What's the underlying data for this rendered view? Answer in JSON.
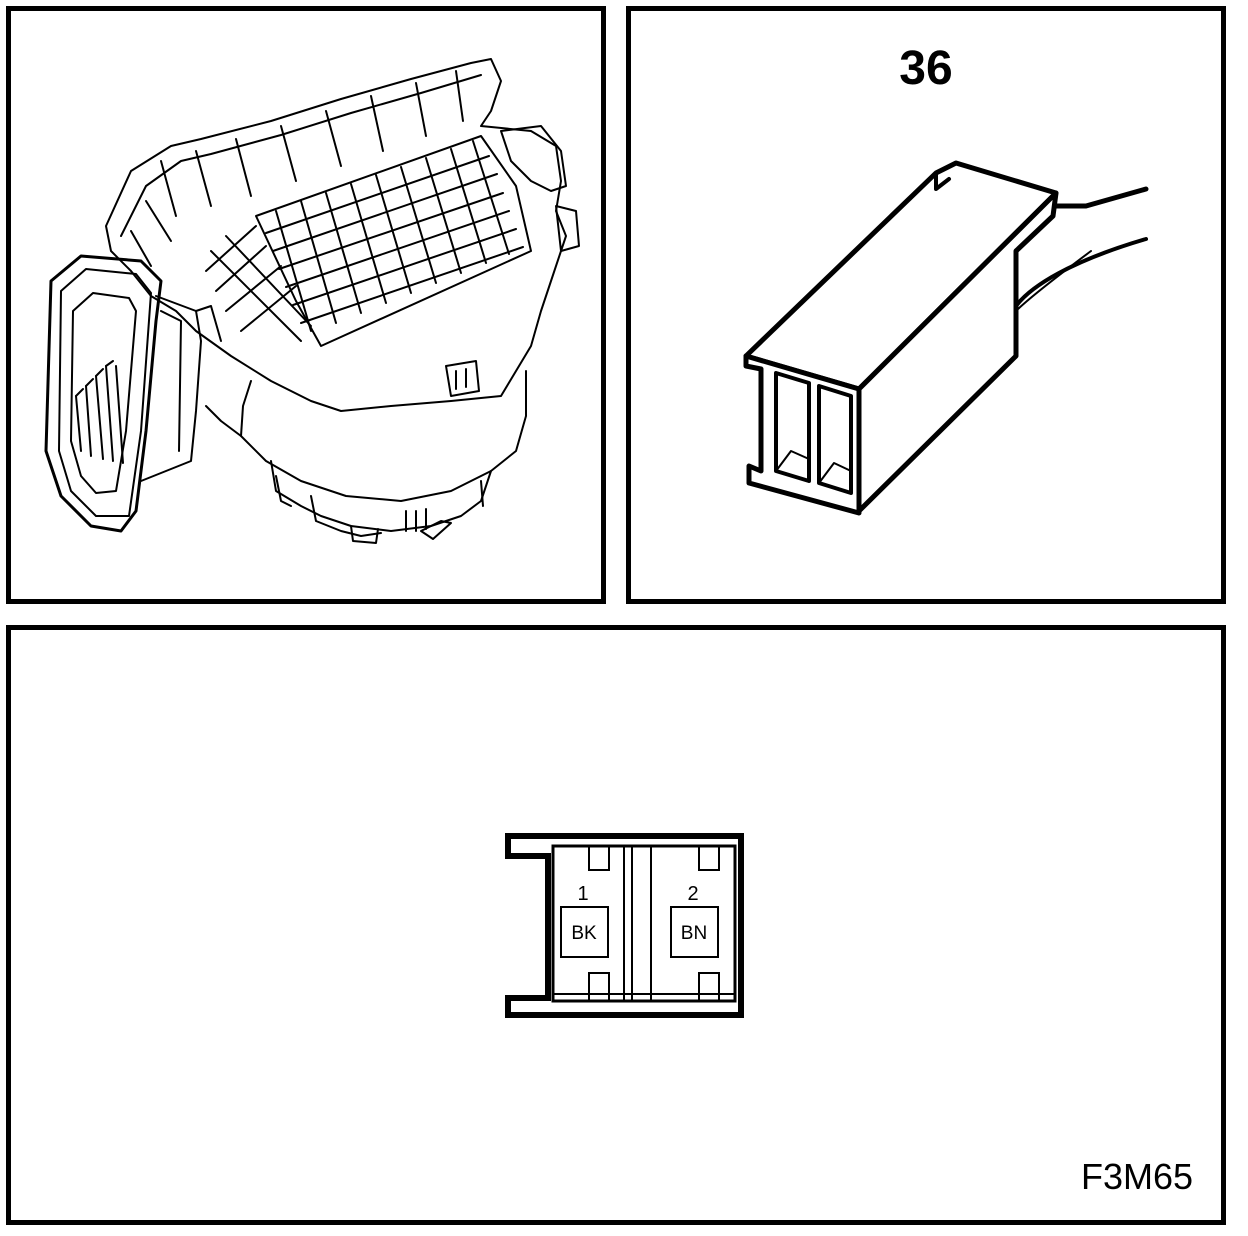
{
  "connector": {
    "number": "36",
    "figure_code": "F3M65",
    "pins": [
      {
        "number": "1",
        "color": "BK"
      },
      {
        "number": "2",
        "color": "BN"
      }
    ]
  }
}
